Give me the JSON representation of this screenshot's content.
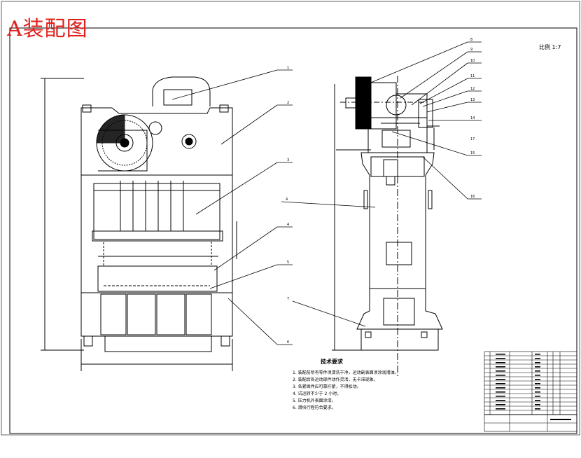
{
  "title": "A装配图",
  "scale_text": "比例 1:7",
  "tech_requirements": {
    "heading": "技术要求",
    "notes": [
      "1. 装配前所有零件须清洗干净，运动副表面须涂润滑油。",
      "2. 装配后各运动部件动作灵活，无卡滞现象。",
      "3. 各紧固件应可靠拧紧，不得松动。",
      "4. 试运转不少于 2 小时。",
      "5. 压力机外表面涂漆。",
      "6. 滑块行程符合要求。"
    ]
  },
  "leaders_front": [
    "1",
    "2",
    "3",
    "4",
    "5",
    "6"
  ],
  "leaders_side": [
    "4",
    "7",
    "8",
    "9",
    "10",
    "11",
    "12",
    "13",
    "14",
    "15",
    "16",
    "17"
  ],
  "colors": {
    "title": "#e0201c",
    "line": "#000000"
  }
}
